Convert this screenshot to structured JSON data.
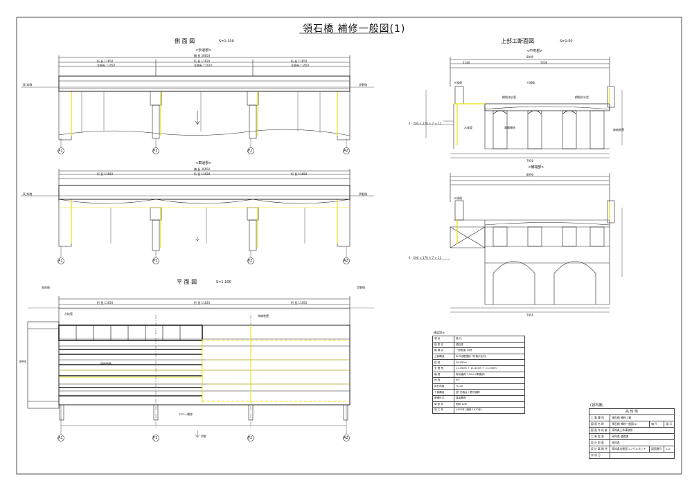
{
  "drawing": {
    "title": "領石橋 補修一般図(1)",
    "side_view": {
      "title": "側 面 図",
      "scale": "S=1:100",
      "upper_label": "<歩道部>",
      "lower_label": "<車道部>",
      "total_length_label": "橋 長 36650",
      "span_labels": [
        "桁 長 11650",
        "桁 長 11620",
        "桁 長 11650"
      ],
      "support_labels": [
        "支間長 11450",
        "支間長 11420",
        "支間長 11450"
      ],
      "left_end": "高 知側",
      "right_end": "伊野側",
      "piers": [
        "A1",
        "P1",
        "P2",
        "A2"
      ]
    },
    "cross_section": {
      "title": "上部工断面図",
      "scale": "S=1:50",
      "center_label": "<中央部>",
      "end_label": "<橋端部>",
      "top_width": "8990",
      "bottom_width": "7950",
      "dims_top": [
        "2140",
        "7200"
      ],
      "notes": [
        "Ａ損傷",
        "Ａ損傷",
        "Ａ損傷",
        "鋼製排水管",
        "鋼製防水型",
        "水抜管",
        "高欄補修",
        "伸縮装置"
      ],
      "side_dim": "4 - 200 × 170 × 7 × 11"
    },
    "plan_view": {
      "title": "平 面 図",
      "scale": "S=1:100",
      "labels": [
        "水抜管",
        "鋼板接着",
        "伸縮装置",
        "ｺﾝｸﾘｰﾄ補修"
      ],
      "north": "伊野",
      "left_end": "高知側",
      "right_end": "伊野側",
      "span_labels": [
        "桁 長 11650",
        "桁 長 11620",
        "桁 長 11650"
      ],
      "width_label": "8990"
    },
    "spec_table": {
      "title": "橋梁諸元",
      "header": [
        "項 目",
        "諸 元"
      ],
      "rows": [
        [
          "橋 梁 名",
          "領石橋"
        ],
        [
          "路 線 名",
          "一般国道 33号"
        ],
        [
          "上部構造",
          "RC3径間連続 T桁橋(3主桁)"
        ],
        [
          "橋 長",
          "36.650m"
        ],
        [
          "支 間 長",
          "11.450m + 11.420m + 11.450m"
        ],
        [
          "幅 員",
          "有効幅員 7.20m (車道部)"
        ],
        [
          "斜 角",
          "90°"
        ],
        [
          "設計荷重",
          "TL-20"
        ],
        [
          "下部構造",
          "逆T式橋台 / 壁式橋脚"
        ],
        [
          "基礎形式",
          "直接基礎"
        ],
        [
          "架 設 年",
          "昭和 12年"
        ],
        [
          "竣 工 年",
          "1937年 (補修 1973年)"
        ]
      ]
    },
    "title_block": {
      "tag": "(領石橋)",
      "org": "高 知 県",
      "rows": [
        [
          "工 事 種 別",
          "領石橋 補修工事"
        ],
        [
          "図 面 名 称",
          "領石橋 補修一般図(1)",
          "縮 尺",
          "図 示"
        ],
        [
          "図 面 作 成 者",
          "高知県土木事務所"
        ],
        [
          "工 事 監 督",
          "高知県 道路課"
        ],
        [
          "設 計 照 査",
          "高知県"
        ],
        [
          "設 計 事 務 所",
          "高知県内建設コンサルタント"
        ],
        [
          "作 成 日",
          ""
        ]
      ],
      "sheet_no": "1",
      "sheet_total": "2",
      "sheet_no_label": "図面番号"
    }
  }
}
